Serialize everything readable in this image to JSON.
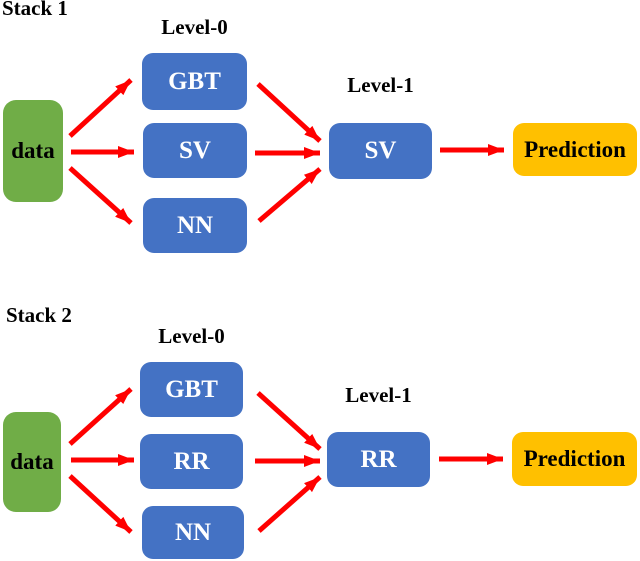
{
  "colors": {
    "model_box": "#4472C4",
    "data_box": "#70AD47",
    "prediction_box": "#FFC000",
    "arrow": "#FF0000",
    "model_text": "#FFFFFF",
    "label_text": "#000000",
    "background": "#FFFFFF"
  },
  "stacks": [
    {
      "title": "Stack 1",
      "data_label": "data",
      "level0_label": "Level-0",
      "level0_models": [
        "GBT",
        "SV",
        "NN"
      ],
      "level1_label": "Level-1",
      "level1_model": "SV",
      "prediction_label": "Prediction"
    },
    {
      "title": "Stack 2",
      "data_label": "data",
      "level0_label": "Level-0",
      "level0_models": [
        "GBT",
        "RR",
        "NN"
      ],
      "level1_label": "Level-1",
      "level1_model": "RR",
      "prediction_label": "Prediction"
    }
  ]
}
